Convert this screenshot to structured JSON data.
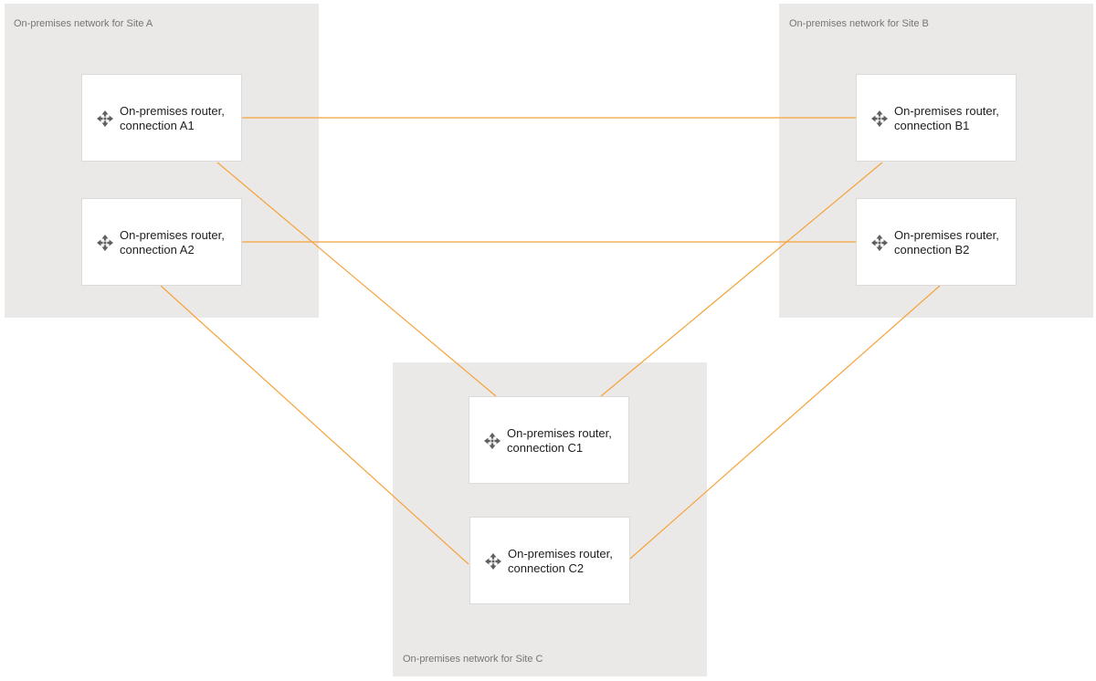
{
  "colors": {
    "site_background": "#ebe9e7",
    "link": "#f6a13a",
    "icon": "#5f5f5f"
  },
  "sites": {
    "a": {
      "label": "On-premises network for Site A",
      "routers": [
        {
          "id": "A1",
          "line1": "On-premises router,",
          "line2": "connection A1"
        },
        {
          "id": "A2",
          "line1": "On-premises router,",
          "line2": "connection A2"
        }
      ]
    },
    "b": {
      "label": "On-premises network for Site B",
      "routers": [
        {
          "id": "B1",
          "line1": "On-premises router,",
          "line2": "connection B1"
        },
        {
          "id": "B2",
          "line1": "On-premises router,",
          "line2": "connection B2"
        }
      ]
    },
    "c": {
      "label": "On-premises network for Site C",
      "routers": [
        {
          "id": "C1",
          "line1": "On-premises router,",
          "line2": "connection C1"
        },
        {
          "id": "C2",
          "line1": "On-premises router,",
          "line2": "connection C2"
        }
      ]
    }
  },
  "links": [
    {
      "from": "A1",
      "to": "B1"
    },
    {
      "from": "A2",
      "to": "B2"
    },
    {
      "from": "A1",
      "to": "C1"
    },
    {
      "from": "B1",
      "to": "C1"
    },
    {
      "from": "A2",
      "to": "C2"
    },
    {
      "from": "B2",
      "to": "C2"
    }
  ]
}
